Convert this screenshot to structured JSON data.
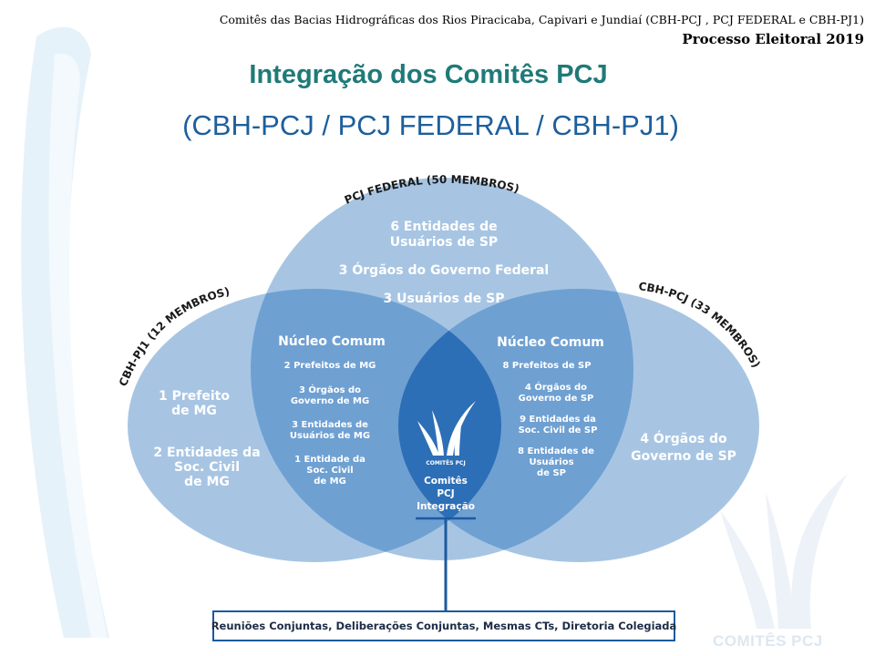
{
  "header": {
    "line": "Comitês das Bacias Hidrográficas dos Rios Piracicaba, Capivari e Jundiaí (CBH-PCJ , PCJ FEDERAL e CBH-PJ1)",
    "sub": "Processo Eleitoral 2019"
  },
  "title": "Integração dos Comitês PCJ",
  "subtitle": "(CBH-PCJ / PCJ FEDERAL / CBH-PJ1)",
  "diagram": {
    "colors": {
      "outer": "#a7c5e3",
      "pair": "#6fa0d2",
      "center": "#2d6fb6",
      "text": "#ffffff",
      "label": "#1a1a1a"
    },
    "arc_labels": {
      "top": "PCJ FEDERAL (50 MEMBROS)",
      "left": "CBH-PJ1 (12 MEMBROS)",
      "right": "CBH-PCJ (33 MEMBROS)"
    },
    "top": [
      "6 Entidades de",
      "Usuários de SP",
      "3 Órgãos do Governo Federal",
      "3 Usuários de SP"
    ],
    "left": [
      "1 Prefeito",
      "de MG",
      "2 Entidades da",
      "Soc. Civil",
      "de MG"
    ],
    "right": [
      "4 Órgãos do",
      "Governo de SP"
    ],
    "core_left": {
      "heading": "Núcleo Comum",
      "items": [
        "2 Prefeitos de MG",
        "3 Órgãos do",
        "Governo de MG",
        "3 Entidades de",
        "Usuários de MG",
        "1 Entidade da",
        "Soc. Civil",
        "de MG"
      ]
    },
    "core_right": {
      "heading": "Núcleo Comum",
      "items": [
        "8 Prefeitos de SP",
        "4 Órgãos do",
        "Governo de SP",
        "9 Entidades da",
        "Soc. Civil de SP",
        "8 Entidades de",
        "Usuários",
        "de SP"
      ]
    },
    "center": {
      "logo_caption": "COMITÊS PCJ",
      "lines": [
        "Comitês",
        "PCJ",
        "Integração"
      ]
    }
  },
  "footer_box": "Reuniões Conjuntas, Deliberações Conjuntas, Mesmas CTs, Diretoria Colegiada",
  "watermark": "COMITÊS PCJ"
}
